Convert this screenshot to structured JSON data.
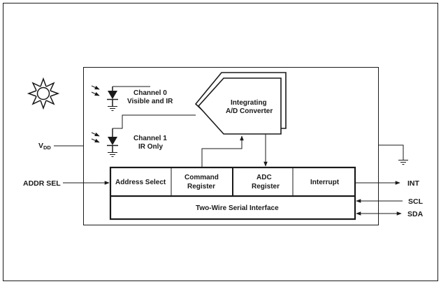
{
  "sensor": {
    "channel0_line1": "Channel 0",
    "channel0_line2": "Visible and IR",
    "channel1_line1": "Channel 1",
    "channel1_line2": "IR Only"
  },
  "adc": {
    "line1": "Integrating",
    "line2": "A/D Converter"
  },
  "registers": {
    "address_select": "Address Select",
    "command_line1": "Command",
    "command_line2": "Register",
    "adc_line1": "ADC",
    "adc_line2": "Register",
    "interrupt": "Interrupt",
    "serial_interface": "Two-Wire Serial Interface"
  },
  "pins": {
    "vdd_main": "V",
    "vdd_sub": "DD",
    "addr_sel": "ADDR SEL",
    "int": "INT",
    "scl": "SCL",
    "sda": "SDA"
  },
  "colors": {
    "line": "#1a1a1a",
    "background": "#ffffff"
  },
  "icons": [
    "sun-icon",
    "photodiode-icon",
    "ground-icon",
    "light-rays-icon"
  ]
}
